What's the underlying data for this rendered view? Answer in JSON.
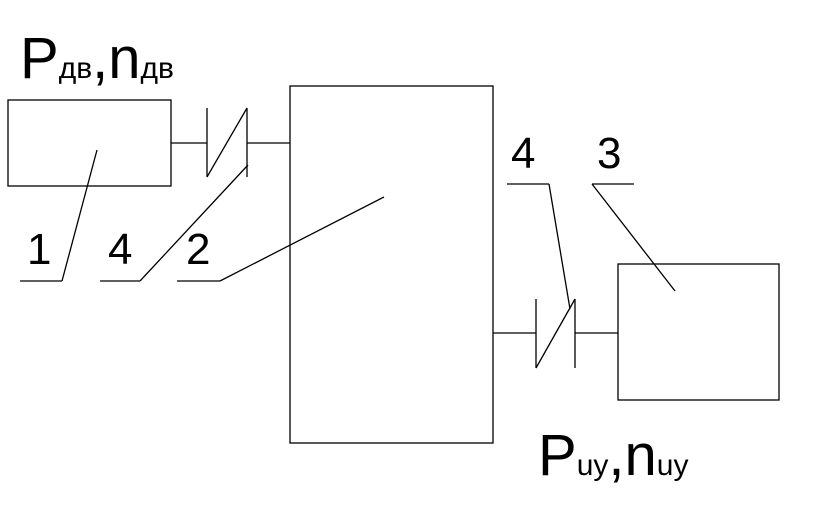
{
  "formulas": {
    "input": {
      "p": "P",
      "p_sub": "дв",
      "sep": ",",
      "n": "n",
      "n_sub": "дв"
    },
    "output": {
      "p": "P",
      "p_sub": "uy",
      "sep": ",",
      "n": "n",
      "n_sub": "uy"
    }
  },
  "labels": {
    "motor": "1",
    "gearbox": "2",
    "machine": "3",
    "coupling_left": "4",
    "coupling_right": "4"
  }
}
